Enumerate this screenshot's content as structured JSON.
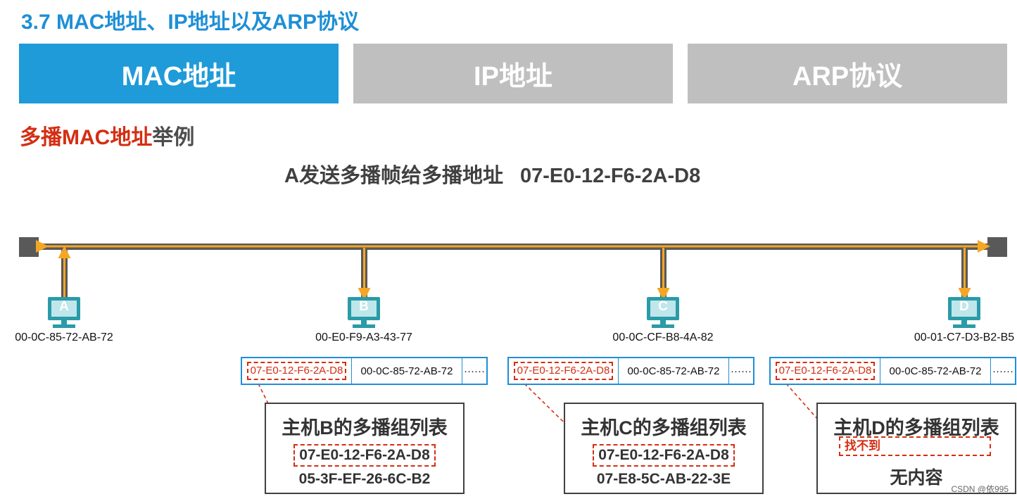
{
  "title": "3.7 MAC地址、IP地址以及ARP协议",
  "tabs": [
    {
      "label": "MAC地址",
      "active": true
    },
    {
      "label": "IP地址",
      "active": false
    },
    {
      "label": "ARP协议",
      "active": false
    }
  ],
  "subtitle": {
    "highlight": "多播MAC地址",
    "rest": "举例"
  },
  "caption": {
    "text": "A发送多播帧给多播地址",
    "address": "07-E0-12-F6-2A-D8"
  },
  "hosts": [
    {
      "name": "A",
      "mac": "00-0C-85-72-AB-72"
    },
    {
      "name": "B",
      "mac": "00-E0-F9-A3-43-77"
    },
    {
      "name": "C",
      "mac": "00-0C-CF-B8-4A-82"
    },
    {
      "name": "D",
      "mac": "00-01-C7-D3-B2-B5"
    }
  ],
  "frames": [
    {
      "dest": "07-E0-12-F6-2A-D8",
      "src": "00-0C-85-72-AB-72",
      "more": "······"
    },
    {
      "dest": "07-E0-12-F6-2A-D8",
      "src": "00-0C-85-72-AB-72",
      "more": "······"
    },
    {
      "dest": "07-E0-12-F6-2A-D8",
      "src": "00-0C-85-72-AB-72",
      "more": "······"
    }
  ],
  "groups": [
    {
      "title": "主机B的多播组列表",
      "entries": [
        "07-E0-12-F6-2A-D8",
        "05-3F-EF-26-6C-B2"
      ]
    },
    {
      "title": "主机C的多播组列表",
      "entries": [
        "07-E0-12-F6-2A-D8",
        "07-E8-5C-AB-22-3E"
      ]
    },
    {
      "title": "主机D的多播组列表",
      "not_found": "找不到",
      "empty": "无内容"
    }
  ],
  "watermark": "CSDN @依995",
  "colors": {
    "accent": "#1e9bd8",
    "bus": "#595959",
    "signal": "#f5a623",
    "highlight": "#d42e12",
    "monitor": "#2a9ba8"
  }
}
